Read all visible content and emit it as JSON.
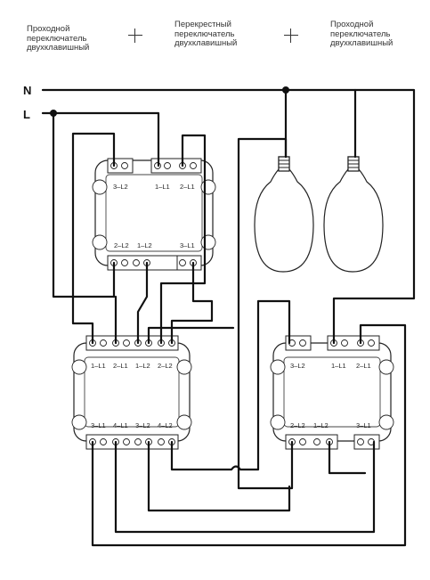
{
  "header": {
    "left": [
      "Проходной",
      "переключатель",
      "двухклавишный"
    ],
    "center": [
      "Перекрестный",
      "переключатель",
      "двухклавишный"
    ],
    "right": [
      "Проходной",
      "переключатель",
      "двухклавишный"
    ]
  },
  "lines": {
    "neutral": "N",
    "live": "L"
  },
  "switch_left": {
    "top": [
      "3–L2",
      "1–L1",
      "2–L1"
    ],
    "bottom": [
      "2–L2",
      "1–L2",
      "3–L1"
    ]
  },
  "switch_cross": {
    "top": [
      "1–L1",
      "2–L1",
      "1–L2",
      "2–L2"
    ],
    "bottom": [
      "3–L1",
      "4–L1",
      "3–L2",
      "4–L2"
    ]
  },
  "switch_right": {
    "top": [
      "3–L2",
      "1–L1",
      "2–L1"
    ],
    "bottom": [
      "2–L2",
      "1–L2",
      "3–L1"
    ]
  }
}
